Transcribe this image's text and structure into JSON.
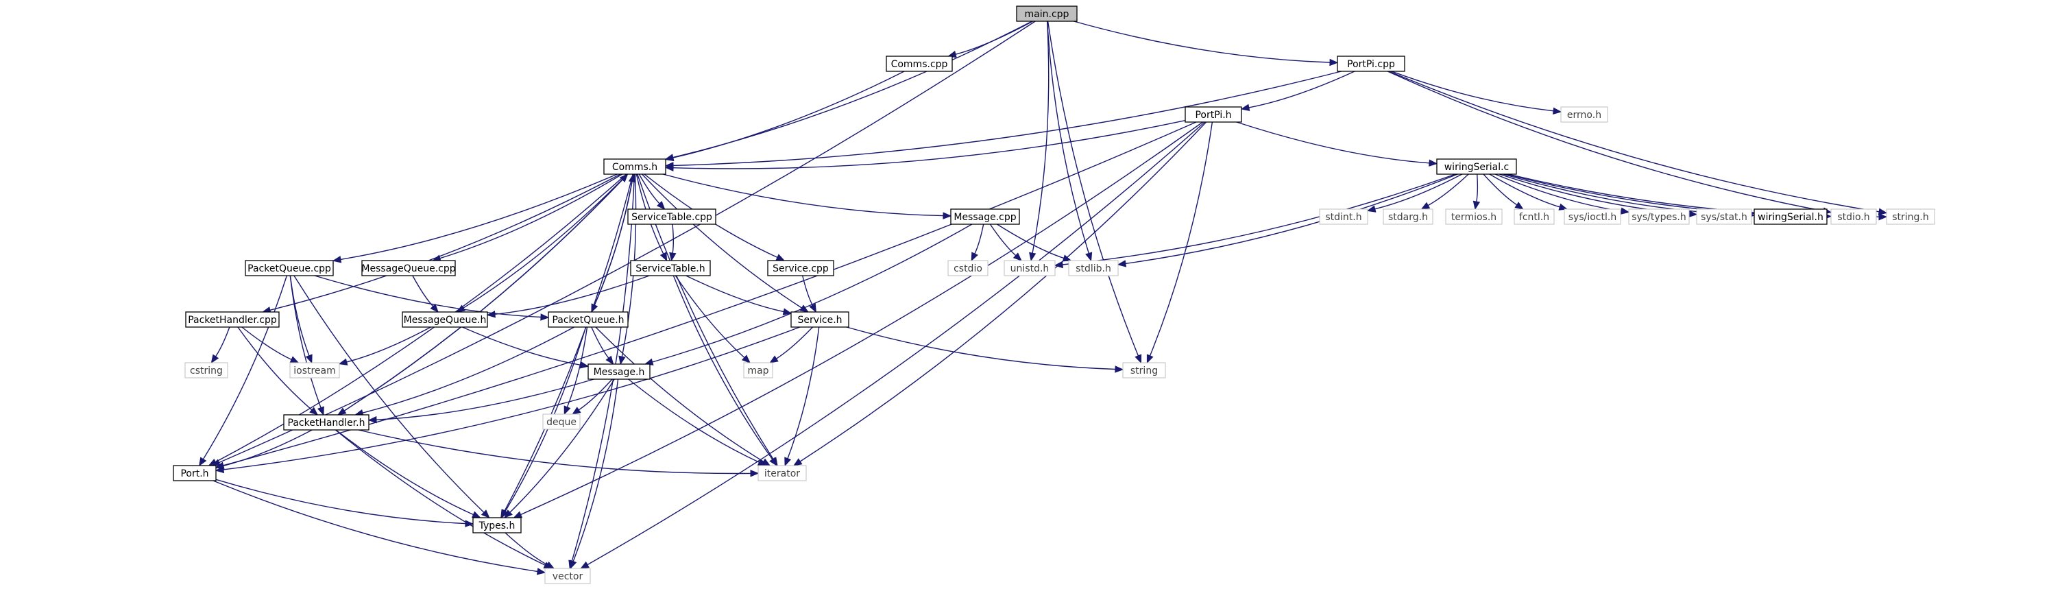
{
  "graph": {
    "colors": {
      "edge": "#191970",
      "file_border": "#000000",
      "external_border": "#bfbfbf",
      "root_fill": "#bfbfbf",
      "file_fill": "#ffffff",
      "external_text": "#404040"
    },
    "nodes": [
      {
        "id": "main_cpp",
        "label": "main.cpp",
        "kind": "root"
      },
      {
        "id": "comms_cpp",
        "label": "Comms.cpp",
        "kind": "file"
      },
      {
        "id": "portpi_cpp",
        "label": "PortPi.cpp",
        "kind": "file"
      },
      {
        "id": "errno_h",
        "label": "errno.h",
        "kind": "external"
      },
      {
        "id": "portpi_h",
        "label": "PortPi.h",
        "kind": "file"
      },
      {
        "id": "comms_h",
        "label": "Comms.h",
        "kind": "file"
      },
      {
        "id": "wiringserial_c",
        "label": "wiringSerial.c",
        "kind": "file"
      },
      {
        "id": "servicetable_cpp",
        "label": "ServiceTable.cpp",
        "kind": "file"
      },
      {
        "id": "message_cpp",
        "label": "Message.cpp",
        "kind": "file"
      },
      {
        "id": "stdint_h",
        "label": "stdint.h",
        "kind": "external"
      },
      {
        "id": "stdarg_h",
        "label": "stdarg.h",
        "kind": "external"
      },
      {
        "id": "termios_h",
        "label": "termios.h",
        "kind": "external"
      },
      {
        "id": "fcntl_h",
        "label": "fcntl.h",
        "kind": "external"
      },
      {
        "id": "sys_ioctl_h",
        "label": "sys/ioctl.h",
        "kind": "external"
      },
      {
        "id": "sys_types_h",
        "label": "sys/types.h",
        "kind": "external"
      },
      {
        "id": "sys_stat_h",
        "label": "sys/stat.h",
        "kind": "external"
      },
      {
        "id": "wiringserial_h",
        "label": "wiringSerial.h",
        "kind": "file"
      },
      {
        "id": "stdio_h",
        "label": "stdio.h",
        "kind": "external"
      },
      {
        "id": "string_h",
        "label": "string.h",
        "kind": "external"
      },
      {
        "id": "packetqueue_cpp",
        "label": "PacketQueue.cpp",
        "kind": "file"
      },
      {
        "id": "messagequeue_cpp",
        "label": "MessageQueue.cpp",
        "kind": "file"
      },
      {
        "id": "servicetable_h",
        "label": "ServiceTable.h",
        "kind": "file"
      },
      {
        "id": "service_cpp",
        "label": "Service.cpp",
        "kind": "file"
      },
      {
        "id": "cstdio",
        "label": "cstdio",
        "kind": "external"
      },
      {
        "id": "unistd_h",
        "label": "unistd.h",
        "kind": "external"
      },
      {
        "id": "stdlib_h",
        "label": "stdlib.h",
        "kind": "external"
      },
      {
        "id": "packethandler_cpp",
        "label": "PacketHandler.cpp",
        "kind": "file"
      },
      {
        "id": "messagequeue_h",
        "label": "MessageQueue.h",
        "kind": "file"
      },
      {
        "id": "packetqueue_h",
        "label": "PacketQueue.h",
        "kind": "file"
      },
      {
        "id": "service_h",
        "label": "Service.h",
        "kind": "file"
      },
      {
        "id": "cstring",
        "label": "cstring",
        "kind": "external"
      },
      {
        "id": "iostream",
        "label": "iostream",
        "kind": "external"
      },
      {
        "id": "message_h",
        "label": "Message.h",
        "kind": "file"
      },
      {
        "id": "map",
        "label": "map",
        "kind": "external"
      },
      {
        "id": "string",
        "label": "string",
        "kind": "external"
      },
      {
        "id": "deque",
        "label": "deque",
        "kind": "external"
      },
      {
        "id": "packethandler_h",
        "label": "PacketHandler.h",
        "kind": "file"
      },
      {
        "id": "iterator",
        "label": "iterator",
        "kind": "external"
      },
      {
        "id": "port_h",
        "label": "Port.h",
        "kind": "file"
      },
      {
        "id": "types_h",
        "label": "Types.h",
        "kind": "file"
      },
      {
        "id": "vector",
        "label": "vector",
        "kind": "external"
      }
    ],
    "edges": [
      [
        "main_cpp",
        "comms_cpp"
      ],
      [
        "main_cpp",
        "portpi_cpp"
      ],
      [
        "main_cpp",
        "comms_h"
      ],
      [
        "main_cpp",
        "port_h"
      ],
      [
        "main_cpp",
        "unistd_h"
      ],
      [
        "main_cpp",
        "stdlib_h"
      ],
      [
        "main_cpp",
        "string"
      ],
      [
        "comms_cpp",
        "comms_h"
      ],
      [
        "portpi_cpp",
        "portpi_h"
      ],
      [
        "portpi_cpp",
        "comms_h"
      ],
      [
        "portpi_cpp",
        "errno_h"
      ],
      [
        "portpi_cpp",
        "stdio_h"
      ],
      [
        "portpi_cpp",
        "string_h"
      ],
      [
        "portpi_h",
        "comms_h"
      ],
      [
        "portpi_h",
        "wiringserial_c"
      ],
      [
        "portpi_h",
        "port_h"
      ],
      [
        "portpi_h",
        "types_h"
      ],
      [
        "portpi_h",
        "string"
      ],
      [
        "portpi_h",
        "iterator"
      ],
      [
        "portpi_h",
        "vector"
      ],
      [
        "wiringserial_c",
        "stdio_h"
      ],
      [
        "wiringserial_c",
        "stdlib_h"
      ],
      [
        "wiringserial_c",
        "stdint_h"
      ],
      [
        "wiringserial_c",
        "stdarg_h"
      ],
      [
        "wiringserial_c",
        "string_h"
      ],
      [
        "wiringserial_c",
        "termios_h"
      ],
      [
        "wiringserial_c",
        "unistd_h"
      ],
      [
        "wiringserial_c",
        "fcntl_h"
      ],
      [
        "wiringserial_c",
        "sys_ioctl_h"
      ],
      [
        "wiringserial_c",
        "sys_types_h"
      ],
      [
        "wiringserial_c",
        "sys_stat_h"
      ],
      [
        "wiringserial_c",
        "wiringserial_h"
      ],
      [
        "comms_h",
        "servicetable_cpp"
      ],
      [
        "comms_h",
        "message_cpp"
      ],
      [
        "comms_h",
        "packetqueue_cpp"
      ],
      [
        "comms_h",
        "messagequeue_cpp"
      ],
      [
        "comms_h",
        "servicetable_h"
      ],
      [
        "comms_h",
        "service_cpp"
      ],
      [
        "comms_h",
        "packethandler_cpp"
      ],
      [
        "comms_h",
        "messagequeue_h"
      ],
      [
        "comms_h",
        "packetqueue_h"
      ],
      [
        "comms_h",
        "service_h"
      ],
      [
        "comms_h",
        "message_h"
      ],
      [
        "comms_h",
        "packethandler_h"
      ],
      [
        "comms_h",
        "port_h"
      ],
      [
        "comms_h",
        "types_h"
      ],
      [
        "comms_h",
        "iterator"
      ],
      [
        "comms_h",
        "vector"
      ],
      [
        "servicetable_cpp",
        "servicetable_h"
      ],
      [
        "message_cpp",
        "cstdio"
      ],
      [
        "message_cpp",
        "unistd_h"
      ],
      [
        "message_cpp",
        "stdlib_h"
      ],
      [
        "message_cpp",
        "message_h"
      ],
      [
        "packetqueue_cpp",
        "packetqueue_h"
      ],
      [
        "packetqueue_cpp",
        "iostream"
      ],
      [
        "packetqueue_cpp",
        "packethandler_h"
      ],
      [
        "packetqueue_cpp",
        "port_h"
      ],
      [
        "packetqueue_cpp",
        "types_h"
      ],
      [
        "messagequeue_cpp",
        "messagequeue_h"
      ],
      [
        "servicetable_h",
        "messagequeue_h"
      ],
      [
        "servicetable_h",
        "service_h"
      ],
      [
        "servicetable_h",
        "map"
      ],
      [
        "servicetable_h",
        "iterator"
      ],
      [
        "service_cpp",
        "service_h"
      ],
      [
        "packethandler_cpp",
        "cstring"
      ],
      [
        "packethandler_cpp",
        "iostream"
      ],
      [
        "packethandler_cpp",
        "packethandler_h"
      ],
      [
        "messagequeue_h",
        "iostream"
      ],
      [
        "messagequeue_h",
        "message_h"
      ],
      [
        "packetqueue_h",
        "comms_h"
      ],
      [
        "packetqueue_h",
        "message_h"
      ],
      [
        "packetqueue_h",
        "deque"
      ],
      [
        "packetqueue_h",
        "packethandler_h"
      ],
      [
        "packetqueue_h",
        "iterator"
      ],
      [
        "packetqueue_h",
        "types_h"
      ],
      [
        "service_h",
        "map"
      ],
      [
        "service_h",
        "string"
      ],
      [
        "service_h",
        "iterator"
      ],
      [
        "service_h",
        "port_h"
      ],
      [
        "message_h",
        "deque"
      ],
      [
        "message_h",
        "packethandler_h"
      ],
      [
        "message_h",
        "iterator"
      ],
      [
        "message_h",
        "types_h"
      ],
      [
        "message_h",
        "vector"
      ],
      [
        "packethandler_h",
        "comms_h"
      ],
      [
        "packethandler_h",
        "port_h"
      ],
      [
        "packethandler_h",
        "types_h"
      ],
      [
        "packethandler_h",
        "iterator"
      ],
      [
        "packethandler_h",
        "vector"
      ],
      [
        "port_h",
        "types_h"
      ],
      [
        "port_h",
        "vector"
      ],
      [
        "types_h",
        "vector"
      ]
    ]
  }
}
